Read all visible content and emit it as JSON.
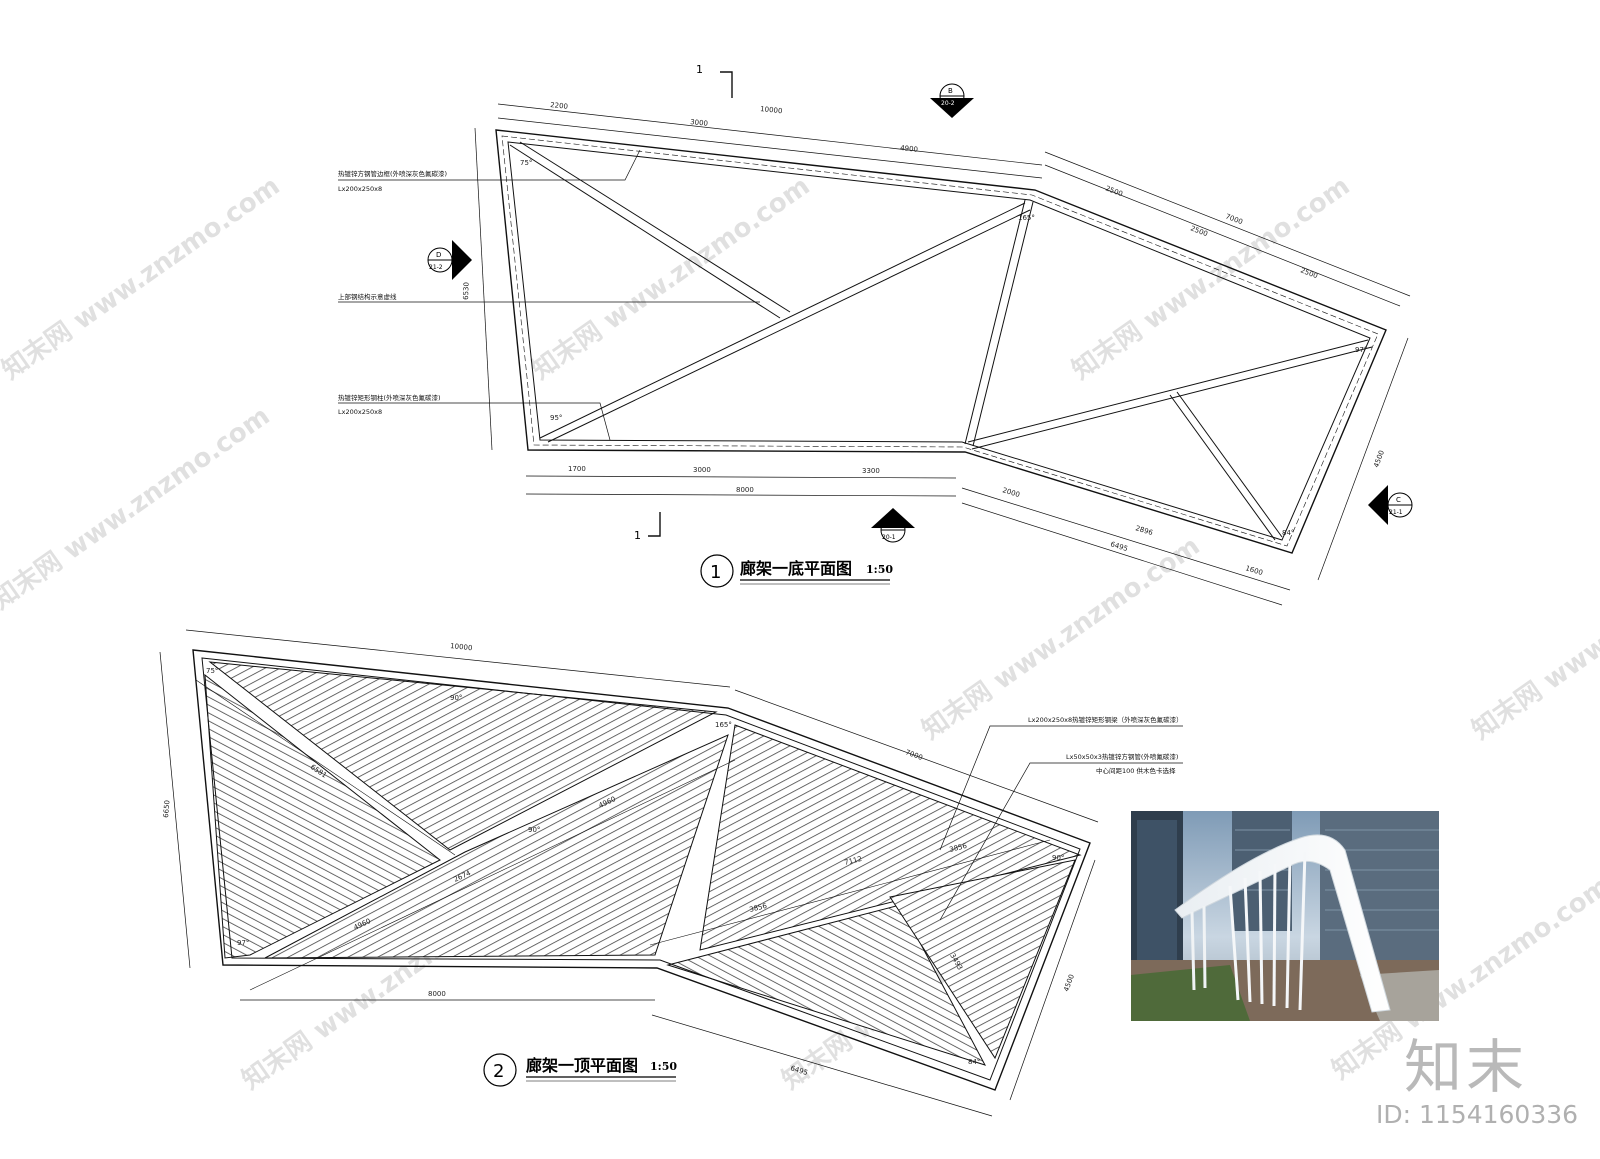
{
  "plan1": {
    "circle": "1",
    "title": "廊架一底平面图",
    "scale": "1:50",
    "section_mark": "1",
    "notes": [
      "热镀锌方钢管边框(外喷深灰色氟碳漆)",
      "Lx200x250x8",
      "上部钢结构示意虚线",
      "热镀锌矩形钢柱(外喷深灰色氟碳漆)",
      "Lx200x250x8"
    ],
    "top_dims": [
      "2200",
      "3000",
      "10000",
      "4900"
    ],
    "right_top_dims": [
      "2500",
      "7000",
      "2500",
      "2500"
    ],
    "bottom_dims": [
      "1700",
      "3000",
      "3300",
      "8000"
    ],
    "bottom_right_dims": [
      "2000",
      "2896",
      "6495",
      "1600"
    ],
    "left_dim": "6530",
    "right_dim": "4500",
    "angles": [
      "75°",
      "165°",
      "95°",
      "97°",
      "84°"
    ],
    "callouts": [
      {
        "letter": "B",
        "sheet": "20-2"
      },
      {
        "letter": "D",
        "sheet": "21-2"
      },
      {
        "letter": "A",
        "sheet": "20-1"
      },
      {
        "letter": "C",
        "sheet": "21-1"
      }
    ]
  },
  "plan2": {
    "circle": "2",
    "title": "廊架一顶平面图",
    "scale": "1:50",
    "notes": [
      "Lx200x250x8热镀锌矩形钢梁（外喷深灰色氟碳漆）",
      "Lx50x50x3热镀锌方钢管(外喷氟碳漆)",
      "中心间距100 供木色卡选择"
    ],
    "dims": [
      "10000",
      "7000",
      "6650",
      "8000",
      "6495",
      "4500"
    ],
    "inner_dims": [
      "6581",
      "4960",
      "2674",
      "4960",
      "7112",
      "3856",
      "3856",
      "3493"
    ],
    "angles": [
      "75°",
      "90°",
      "165°",
      "90°",
      "97°",
      "84°",
      "90°"
    ]
  },
  "watermark": "知末网 www.znzmo.com",
  "brand_mark": "知末",
  "id_label": "ID: 1154160336"
}
